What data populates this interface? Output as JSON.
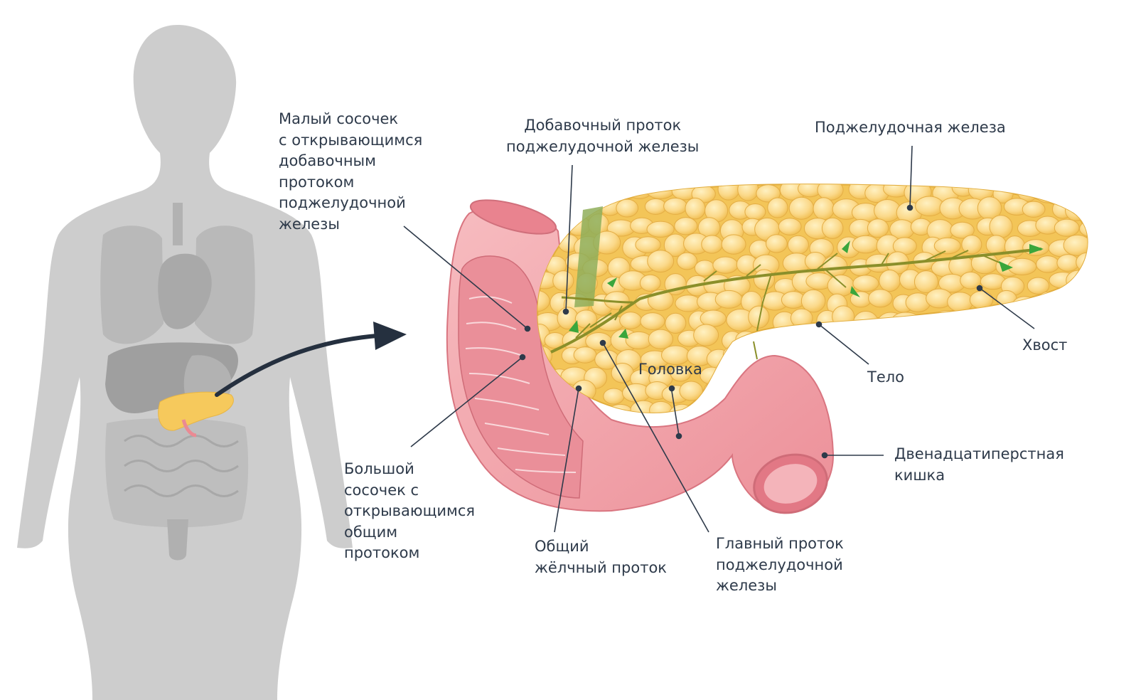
{
  "labels": {
    "minor_papilla": [
      "Малый сосочек",
      "с открывающимся",
      "добавочным",
      "протоком",
      "поджелудочной",
      "железы"
    ],
    "accessory_duct": [
      "Добавочный проток",
      "поджелудочной железы"
    ],
    "pancreas": [
      "Поджелудочная железа"
    ],
    "tail": [
      "Хвост"
    ],
    "body": [
      "Тело"
    ],
    "head": [
      "Головка"
    ],
    "duodenum": [
      "Двенадцатиперстная",
      "кишка"
    ],
    "major_papilla": [
      "Большой",
      "сосочек с",
      "открывающимся",
      "общим",
      "протоком"
    ],
    "common_bile_duct": [
      "Общий",
      "жёлчный проток"
    ],
    "main_duct": [
      "Главный проток",
      "поджелудочной",
      "железы"
    ]
  },
  "colors": {
    "silhouette": "#cdcdcd",
    "organs": "#b2b2b2",
    "pancreas": "#f6c95c",
    "pancreas_lobule": "#fbdc8f",
    "duodenum": "#f2a3a8",
    "duodenum_inner": "#e97f8b",
    "duct": "#8a8f2a",
    "flow_arrow": "#3aa63c",
    "pointer": "#2e3a4a",
    "big_arrow": "#25303f"
  },
  "icons": {
    "body_silhouette": "human-silhouette-icon",
    "focus_arrow": "arrow-right-icon"
  }
}
